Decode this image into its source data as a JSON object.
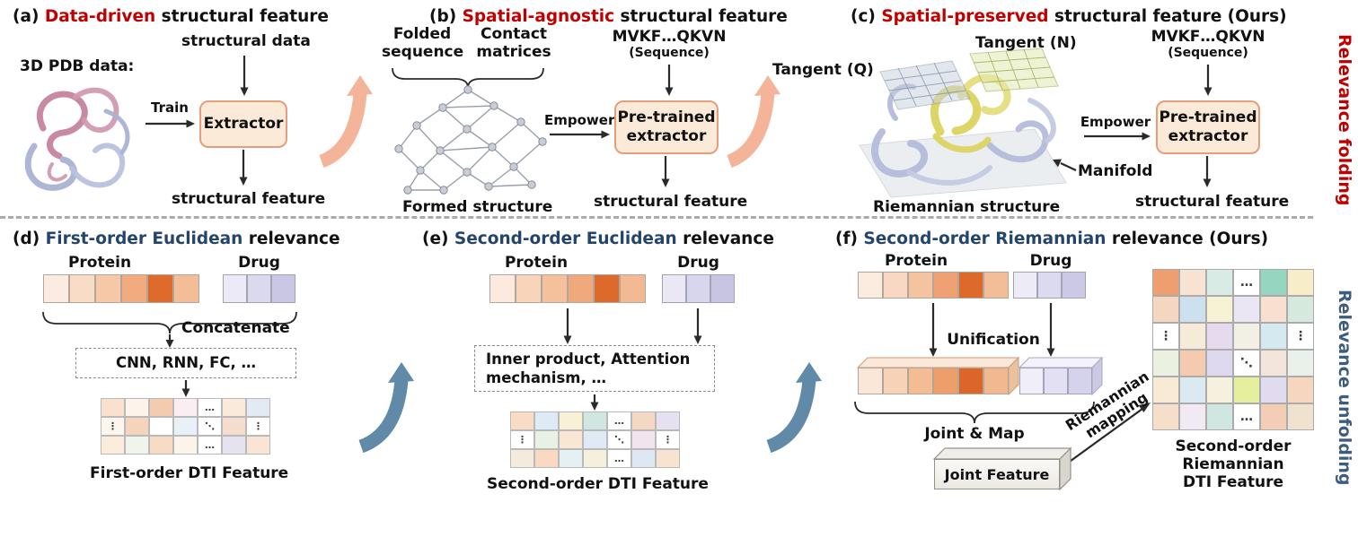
{
  "colors": {
    "accent_red": "#c00000",
    "accent_blue": "#24456b",
    "side_blue": "#3c5d7d",
    "box_fill": "#fcead9",
    "box_border": "#e59e7c",
    "salmon_arrow": "#f4b49a",
    "steel_arrow": "#6189a8"
  },
  "side_labels": {
    "folding": "Relevance folding",
    "unfolding": "Relevance unfolding"
  },
  "panel_a": {
    "title_prefix": "(a) ",
    "title_accent": "Data-driven",
    "title_suffix": " structural feature",
    "pdb_label": "3D PDB data:",
    "structural_data": "structural data",
    "train": "Train",
    "extractor": "Extractor",
    "structural_feature": "structural feature"
  },
  "panel_b": {
    "title_prefix": "(b) ",
    "title_accent": "Spatial-agnostic",
    "title_suffix": " structural feature",
    "folded_line1": "Folded",
    "folded_line2": "sequence",
    "contact_line1": "Contact",
    "contact_line2": "matrices",
    "empower": "Empower",
    "seq": "MVKF…QKVN",
    "seq_sub": "(Sequence)",
    "pretrained_line1": "Pre-trained",
    "pretrained_line2": "extractor",
    "formed_structure": "Formed structure",
    "structural_feature": "structural feature"
  },
  "panel_c": {
    "title_prefix": "(c) ",
    "title_accent": "Spatial-preserved",
    "title_suffix": " structural feature (Ours)",
    "tangent_q": "Tangent (Q)",
    "tangent_n": "Tangent (N)",
    "manifold": "Manifold",
    "riemannian_structure": "Riemannian structure",
    "empower": "Empower",
    "seq": "MVKF…QKVN",
    "seq_sub": "(Sequence)",
    "pretrained_line1": "Pre-trained",
    "pretrained_line2": "extractor",
    "structural_feature": "structural feature"
  },
  "panel_d": {
    "title_prefix": "(d) ",
    "title_accent": "First-order Euclidean",
    "title_suffix": " relevance",
    "protein": "Protein",
    "drug": "Drug",
    "concatenate": "Concatenate",
    "methods": "CNN, RNN, FC, …",
    "feature_label": "First-order DTI Feature",
    "protein_cells": [
      "#fcebe0",
      "#f9dcc6",
      "#f6c8a8",
      "#f1ab7e",
      "#de6b2b",
      "#f3bd97"
    ],
    "drug_cells": [
      "#eceaf6",
      "#dbd9ee",
      "#c9c7e4"
    ],
    "matrix": [
      [
        {
          "c": "#f9e0cf"
        },
        {
          "c": "#fdf3ea"
        },
        {
          "c": "#f4cbae"
        },
        {
          "c": "#faeef3"
        },
        {
          "c": "#ffffff",
          "t": "…"
        },
        {
          "c": "#fbe9da"
        },
        {
          "c": "#e2eaf4"
        }
      ],
      [
        {
          "c": "#fdf6ee",
          "t": "⋮"
        },
        {
          "c": "#f6d4bc"
        },
        {
          "c": "#ffffff"
        },
        {
          "c": "#e9f0f7"
        },
        {
          "c": "#ffffff",
          "t": "⋱"
        },
        {
          "c": "#f4ddce"
        },
        {
          "c": "#ffffff",
          "t": "⋮"
        }
      ],
      [
        {
          "c": "#fbecdc"
        },
        {
          "c": "#eff5eb"
        },
        {
          "c": "#f7dbc5"
        },
        {
          "c": "#fcf4ea"
        },
        {
          "c": "#ffffff",
          "t": "…"
        },
        {
          "c": "#e6e3f1"
        },
        {
          "c": "#fae5d4"
        }
      ]
    ]
  },
  "panel_e": {
    "title_prefix": "(e) ",
    "title_accent": "Second-order Euclidean",
    "title_suffix": " relevance",
    "protein": "Protein",
    "drug": "Drug",
    "methods_line1": "Inner product, Attention",
    "methods_line2": "mechanism, …",
    "feature_label": "Second-order DTI Feature",
    "protein_cells": [
      "#fceade",
      "#f8d5ba",
      "#f5c19c",
      "#f0a97c",
      "#dd6a2a",
      "#f2b993"
    ],
    "drug_cells": [
      "#eae8f5",
      "#d8d6ed",
      "#c7c5e2"
    ],
    "matrix": [
      [
        {
          "c": "#f9dcc6"
        },
        {
          "c": "#dcebf5"
        },
        {
          "c": "#f8f1d8"
        },
        {
          "c": "#cfe7e0"
        },
        {
          "c": "#ffffff",
          "t": "…"
        },
        {
          "c": "#f5d8c3"
        },
        {
          "c": "#e5e1f0"
        }
      ],
      [
        {
          "c": "#ffffff",
          "t": "⋮"
        },
        {
          "c": "#e9f1e4"
        },
        {
          "c": "#f9e7d4"
        },
        {
          "c": "#e0eaf5"
        },
        {
          "c": "#ffffff",
          "t": "⋱"
        },
        {
          "c": "#f2e4ef"
        },
        {
          "c": "#ffffff",
          "t": "⋮"
        }
      ],
      [
        {
          "c": "#f5ebdc"
        },
        {
          "c": "#f9d9c1"
        },
        {
          "c": "#e4f0f2"
        },
        {
          "c": "#f4f0dd"
        },
        {
          "c": "#ffffff",
          "t": "…"
        },
        {
          "c": "#dee7f3"
        },
        {
          "c": "#f7e3d0"
        }
      ]
    ]
  },
  "panel_f": {
    "title_prefix": "(f) ",
    "title_accent": "Second-order Riemannian",
    "title_suffix": " relevance (Ours)",
    "protein": "Protein",
    "drug": "Drug",
    "unification": "Unification",
    "joint_map": "Joint & Map",
    "joint_feature": "Joint Feature",
    "mapping_line1": "Riemannian",
    "mapping_line2": "mapping",
    "feature_line1": "Second-order",
    "feature_line2": "Riemannian",
    "feature_line3": "DTI Feature",
    "protein_cells": [
      "#fcece0",
      "#f8d8c2",
      "#f4c3a0",
      "#efa173",
      "#dd6a2a",
      "#f3bd97"
    ],
    "drug_cells": [
      "#edecf6",
      "#dcdaf0",
      "#cbc9e6"
    ],
    "unified_protein_cells": [
      "#fbe7d8",
      "#f7d2b6",
      "#f3bc93",
      "#ee9e6b",
      "#dc662a",
      "#f2b88f"
    ],
    "unified_drug_cells": [
      "#f0eff8",
      "#e2e0f2",
      "#d5d3ec"
    ],
    "matrix": [
      [
        {
          "c": "#ef9e6f"
        },
        {
          "c": "#f8e3d3"
        },
        {
          "c": "#d8ece5"
        },
        {
          "c": "#ffffff",
          "t": "…"
        },
        {
          "c": "#96d5c0"
        },
        {
          "c": "#f7eec9"
        }
      ],
      [
        {
          "c": "#f5d6c0"
        },
        {
          "c": "#cde0ee"
        },
        {
          "c": "#f8f2d4"
        },
        {
          "c": "#eae6f4"
        },
        {
          "c": "#f8e0d0"
        },
        {
          "c": "#d6e9dd"
        }
      ],
      [
        {
          "c": "#ffffff",
          "t": "⋮"
        },
        {
          "c": "#f6ead9"
        },
        {
          "c": "#e6dbee"
        },
        {
          "c": "#f2f0e4"
        },
        {
          "c": "#d5e9f1"
        },
        {
          "c": "#ffffff",
          "t": "⋮"
        }
      ],
      [
        {
          "c": "#ebf1e1"
        },
        {
          "c": "#f5cbb0"
        },
        {
          "c": "#ded9ee"
        },
        {
          "c": "#ffffff",
          "t": "⋱"
        },
        {
          "c": "#f4e5dc"
        },
        {
          "c": "#e9f1ea"
        }
      ],
      [
        {
          "c": "#f8ead4"
        },
        {
          "c": "#dbeaf1"
        },
        {
          "c": "#f6f1de"
        },
        {
          "c": "#e6ef9e"
        },
        {
          "c": "#e1dbef"
        },
        {
          "c": "#f7d6c0"
        }
      ],
      [
        {
          "c": "#f5dfca"
        },
        {
          "c": "#f1e9f4"
        },
        {
          "c": "#cfe7e0"
        },
        {
          "c": "#ffffff",
          "t": "…"
        },
        {
          "c": "#f3cdb5"
        },
        {
          "c": "#efe3d0"
        }
      ]
    ]
  }
}
